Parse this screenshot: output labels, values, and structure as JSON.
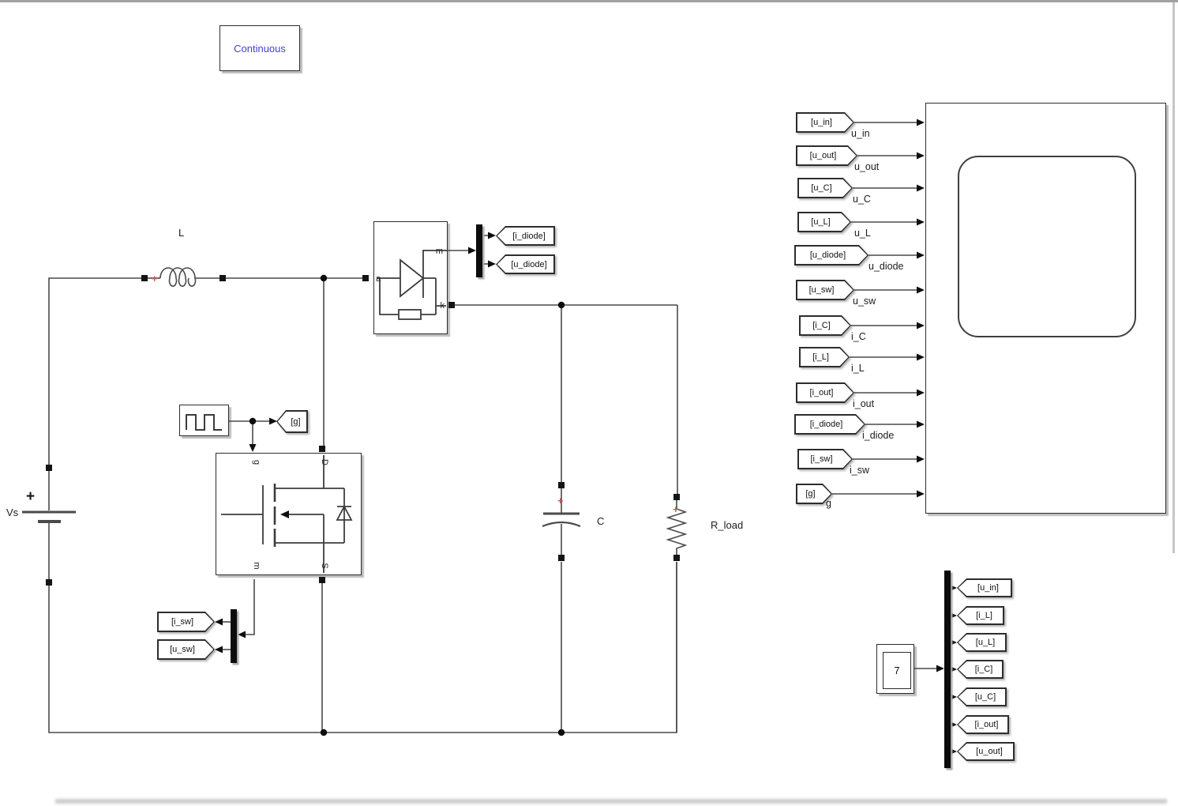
{
  "colors": {
    "wire": "#4a4a4a",
    "border": "#2d2d2d",
    "arrow": "#0f0f0f",
    "powergui_text": "#3f3fd8",
    "polarity": "#c65b5b",
    "bar": "#0b0b0b",
    "text": "#1c1c1c"
  },
  "powergui": {
    "label": "Continuous"
  },
  "components": {
    "source": {
      "label": "Vs",
      "plus": "+"
    },
    "inductor": {
      "label": "L",
      "plus": "+"
    },
    "capacitor": {
      "label": "C",
      "plus": "+"
    },
    "load": {
      "label": "R_load",
      "plus": "+"
    },
    "diode": {
      "port_a": "a",
      "port_m": "m",
      "port_k": "k"
    },
    "mosfet": {
      "port_g": "g",
      "port_d": "D",
      "port_m": "m",
      "port_s": "S"
    },
    "measurement_block": {
      "label": "7"
    }
  },
  "goto_tags": {
    "gate": "[g]",
    "i_diode": "[i_diode]",
    "u_diode": "[u_diode]",
    "i_sw": "[i_sw]",
    "u_sw": "[u_sw]"
  },
  "scope_inputs": [
    {
      "tag": "[u_in]",
      "signal": "u_in"
    },
    {
      "tag": "[u_out]",
      "signal": "u_out"
    },
    {
      "tag": "[u_C]",
      "signal": "u_C"
    },
    {
      "tag": "[u_L]",
      "signal": "u_L"
    },
    {
      "tag": "[u_diode]",
      "signal": "u_diode"
    },
    {
      "tag": "[u_sw]",
      "signal": "u_sw"
    },
    {
      "tag": "[i_C]",
      "signal": "i_C"
    },
    {
      "tag": "[i_L]",
      "signal": "i_L"
    },
    {
      "tag": "[i_out]",
      "signal": "i_out"
    },
    {
      "tag": "[i_diode]",
      "signal": "i_diode"
    },
    {
      "tag": "[i_sw]",
      "signal": "i_sw"
    },
    {
      "tag": "[g]",
      "signal": "g"
    }
  ],
  "mux_outputs": [
    {
      "tag": "[u_in]"
    },
    {
      "tag": "[i_L]"
    },
    {
      "tag": "[u_L]"
    },
    {
      "tag": "[i_C]"
    },
    {
      "tag": "[u_C]"
    },
    {
      "tag": "[i_out]"
    },
    {
      "tag": "[u_out]"
    }
  ]
}
